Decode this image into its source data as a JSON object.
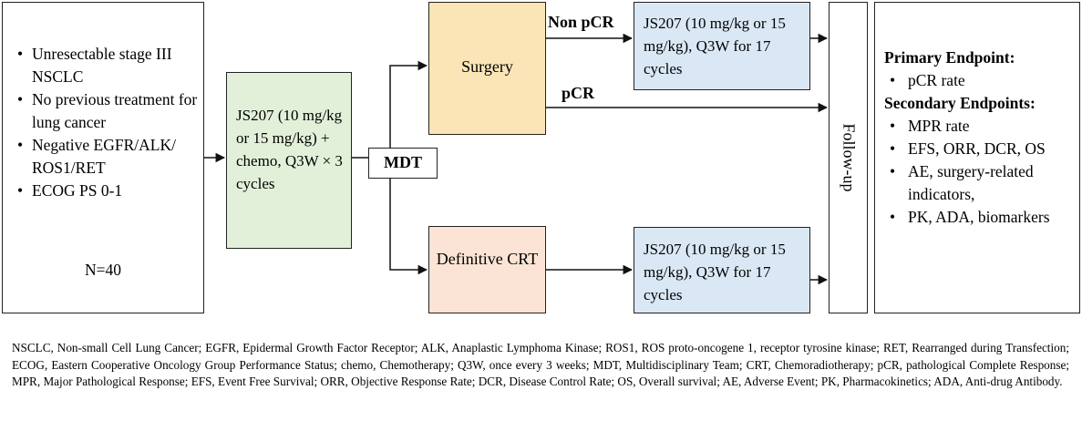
{
  "inclusion": {
    "items": [
      "Unresectable stage III NSCLC",
      "No previous treatment for lung cancer",
      "Negative EGFR/ALK/ ROS1/RET",
      "ECOG PS 0-1"
    ],
    "sample_size": "N=40"
  },
  "induction": {
    "text": "JS207 (10 mg/kg or 15 mg/kg) + chemo, Q3W × 3 cycles"
  },
  "mdt": {
    "label": "MDT"
  },
  "surgery": {
    "label": "Surgery"
  },
  "crt": {
    "label": "Definitive CRT"
  },
  "maintenance_surgery": {
    "text": "JS207 (10 mg/kg or 15 mg/kg), Q3W for 17 cycles"
  },
  "maintenance_crt": {
    "text": "JS207 (10 mg/kg or 15 mg/kg), Q3W for 17 cycles"
  },
  "labels": {
    "non_pcr": "Non pCR",
    "pcr": "pCR"
  },
  "followup": {
    "label": "Follow-up"
  },
  "endpoints": {
    "primary_title": "Primary Endpoint:",
    "primary_items": [
      "pCR rate"
    ],
    "secondary_title": "Secondary Endpoints:",
    "secondary_items": [
      "MPR rate",
      "EFS, ORR, DCR, OS",
      "AE, surgery-related indicators,",
      "PK, ADA, biomarkers"
    ]
  },
  "footnote": "NSCLC, Non-small Cell Lung Cancer; EGFR, Epidermal Growth Factor Receptor; ALK, Anaplastic Lymphoma Kinase; ROS1, ROS proto-oncogene 1, receptor tyrosine kinase; RET, Rearranged during Transfection; ECOG, Eastern Cooperative Oncology Group Performance Status; chemo, Chemotherapy; Q3W, once every 3 weeks; MDT, Multidisciplinary Team; CRT, Chemoradiotherapy; pCR, pathological Complete Response; MPR, Major Pathological Response; EFS, Event Free Survival; ORR, Objective Response Rate; DCR, Disease Control Rate; OS, Overall survival; AE, Adverse Event; PK, Pharmacokinetics; ADA, Anti-drug Antibody."
}
